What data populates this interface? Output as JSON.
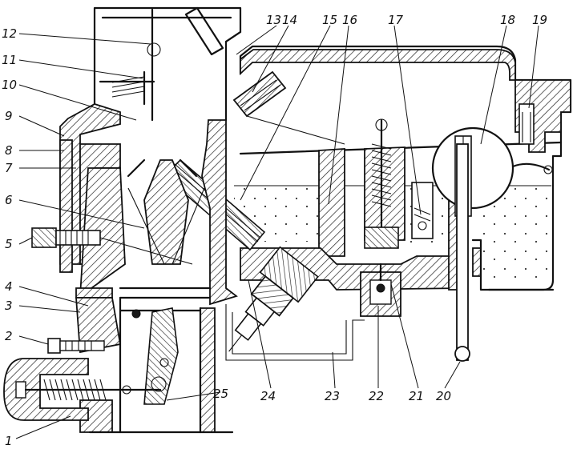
{
  "figure": {
    "callouts": [
      {
        "n": "1"
      },
      {
        "n": "2"
      },
      {
        "n": "3"
      },
      {
        "n": "4"
      },
      {
        "n": "5"
      },
      {
        "n": "6"
      },
      {
        "n": "7"
      },
      {
        "n": "8"
      },
      {
        "n": "9"
      },
      {
        "n": "10"
      },
      {
        "n": "11"
      },
      {
        "n": "12"
      },
      {
        "n": "13"
      },
      {
        "n": "14"
      },
      {
        "n": "15"
      },
      {
        "n": "16"
      },
      {
        "n": "17"
      },
      {
        "n": "18"
      },
      {
        "n": "19"
      },
      {
        "n": "20"
      },
      {
        "n": "21"
      },
      {
        "n": "22"
      },
      {
        "n": "23"
      },
      {
        "n": "24"
      },
      {
        "n": "25"
      }
    ]
  }
}
